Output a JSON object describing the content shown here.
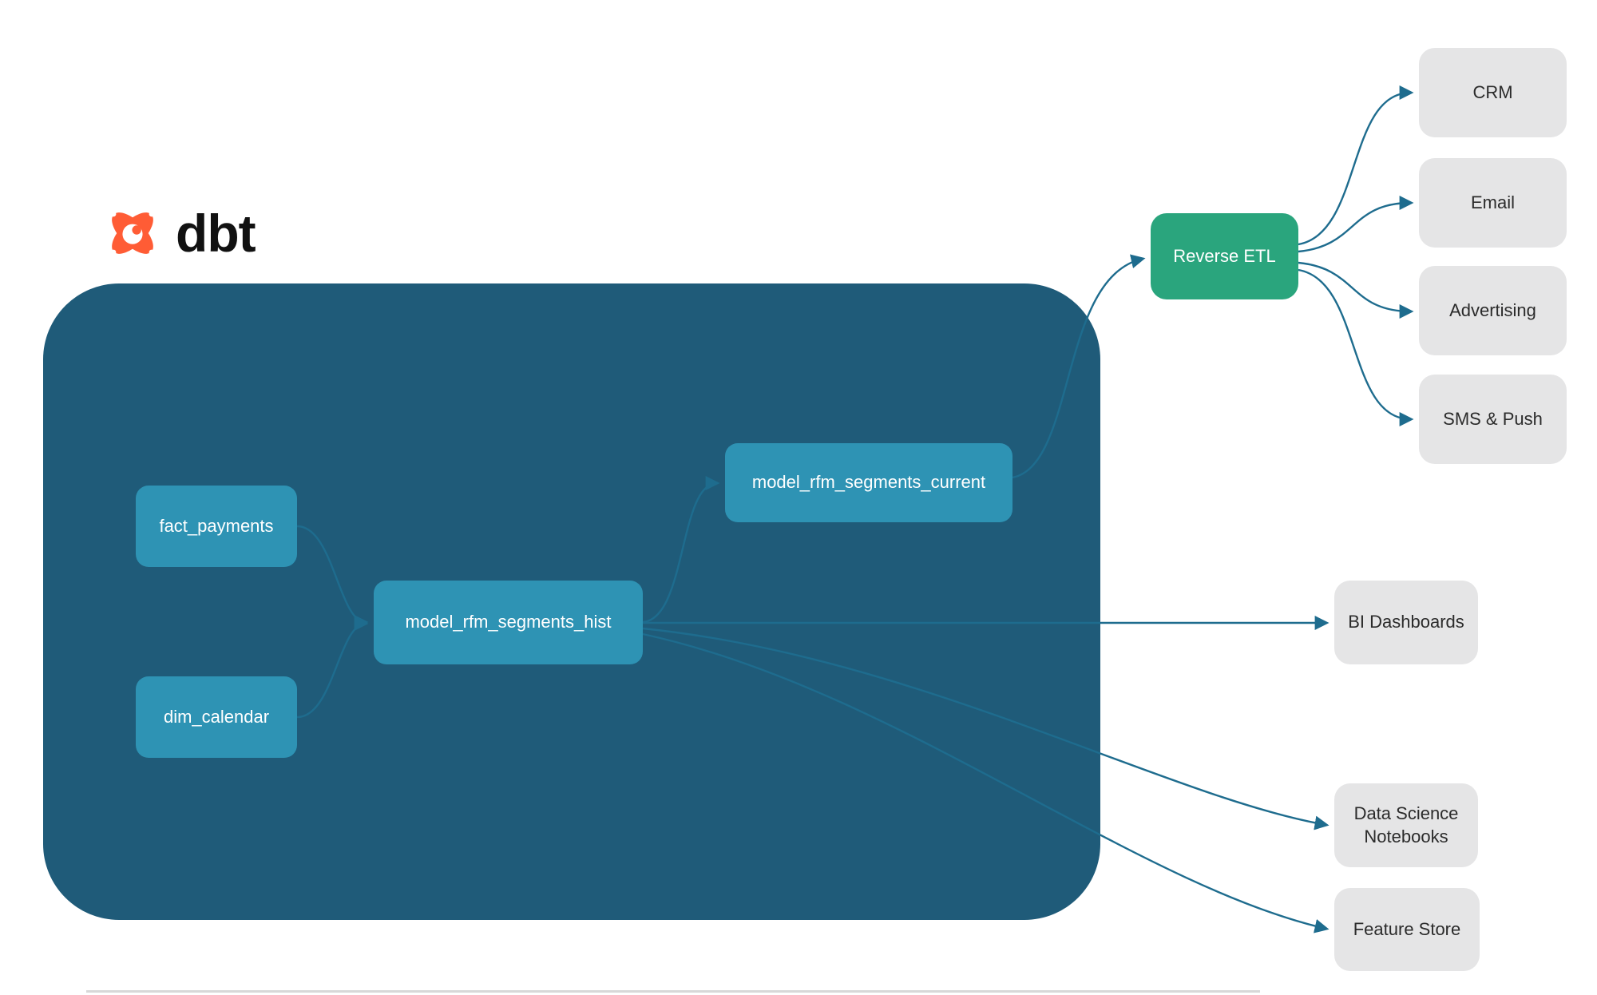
{
  "logo": {
    "brand": "dbt"
  },
  "nodes": {
    "fact_payments": {
      "label": "fact_payments"
    },
    "dim_calendar": {
      "label": "dim_calendar"
    },
    "model_rfm_segments_hist": {
      "label": "model_rfm_segments_hist"
    },
    "model_rfm_segments_current": {
      "label": "model_rfm_segments_current"
    },
    "reverse_etl": {
      "label": "Reverse ETL"
    },
    "crm": {
      "label": "CRM"
    },
    "email": {
      "label": "Email"
    },
    "advertising": {
      "label": "Advertising"
    },
    "sms_push": {
      "label": "SMS & Push"
    },
    "bi_dashboards": {
      "label": "BI Dashboards"
    },
    "data_science_notebooks": {
      "label": "Data Science Notebooks"
    },
    "feature_store": {
      "label": "Feature Store"
    }
  },
  "edges": [
    {
      "from": "fact_payments",
      "to": "model_rfm_segments_hist"
    },
    {
      "from": "dim_calendar",
      "to": "model_rfm_segments_hist"
    },
    {
      "from": "model_rfm_segments_hist",
      "to": "model_rfm_segments_current"
    },
    {
      "from": "model_rfm_segments_current",
      "to": "reverse_etl"
    },
    {
      "from": "reverse_etl",
      "to": "crm"
    },
    {
      "from": "reverse_etl",
      "to": "email"
    },
    {
      "from": "reverse_etl",
      "to": "advertising"
    },
    {
      "from": "reverse_etl",
      "to": "sms_push"
    },
    {
      "from": "model_rfm_segments_hist",
      "to": "bi_dashboards"
    },
    {
      "from": "model_rfm_segments_hist",
      "to": "data_science_notebooks"
    },
    {
      "from": "model_rfm_segments_hist",
      "to": "feature_store"
    }
  ],
  "colors": {
    "container": "#1f5b79",
    "node_teal": "#2e93b4",
    "node_green": "#2aa57d",
    "node_gray": "#e5e5e6",
    "edge": "#1e6c8e",
    "text_dark": "#2b2b2b",
    "logo_orange": "#ff5c35"
  }
}
